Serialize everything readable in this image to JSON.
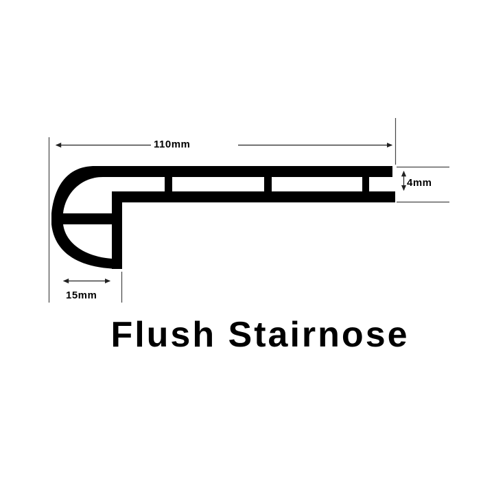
{
  "title": "Flush Stairnose",
  "dimensions": {
    "width": "110mm",
    "thickness": "4mm",
    "nose": "15mm"
  },
  "colors": {
    "profile": "#000000",
    "dimension_lines": "#333333",
    "background": "#ffffff"
  }
}
